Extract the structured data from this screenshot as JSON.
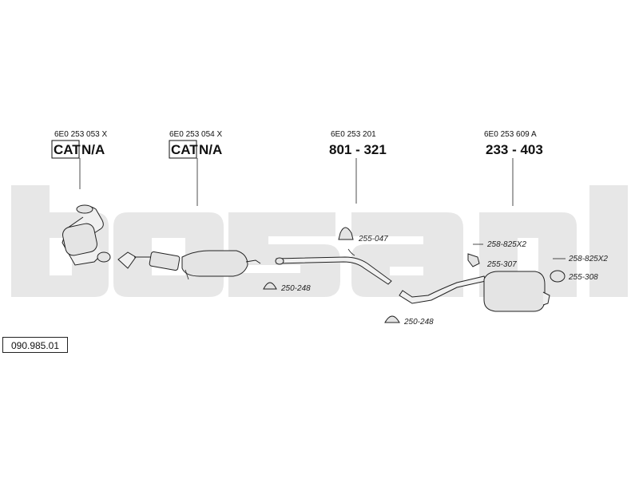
{
  "diagram_id": "090.985.01",
  "parts": [
    {
      "oem": "6E0 253 053 X",
      "cat": "CAT",
      "code": "N/A"
    },
    {
      "oem": "6E0 253 054 X",
      "cat": "CAT",
      "code": "N/A"
    },
    {
      "oem": "6E0 253 201",
      "code": "801 - 321"
    },
    {
      "oem": "6E0 253 609 A",
      "code": "233 - 403"
    }
  ],
  "accessories": {
    "a1": "255-047",
    "a2": "258-825X2",
    "a3": "255-307",
    "a4": "258-825X2",
    "a5": "255-308",
    "a6": "250-248",
    "a7": "250-248"
  }
}
